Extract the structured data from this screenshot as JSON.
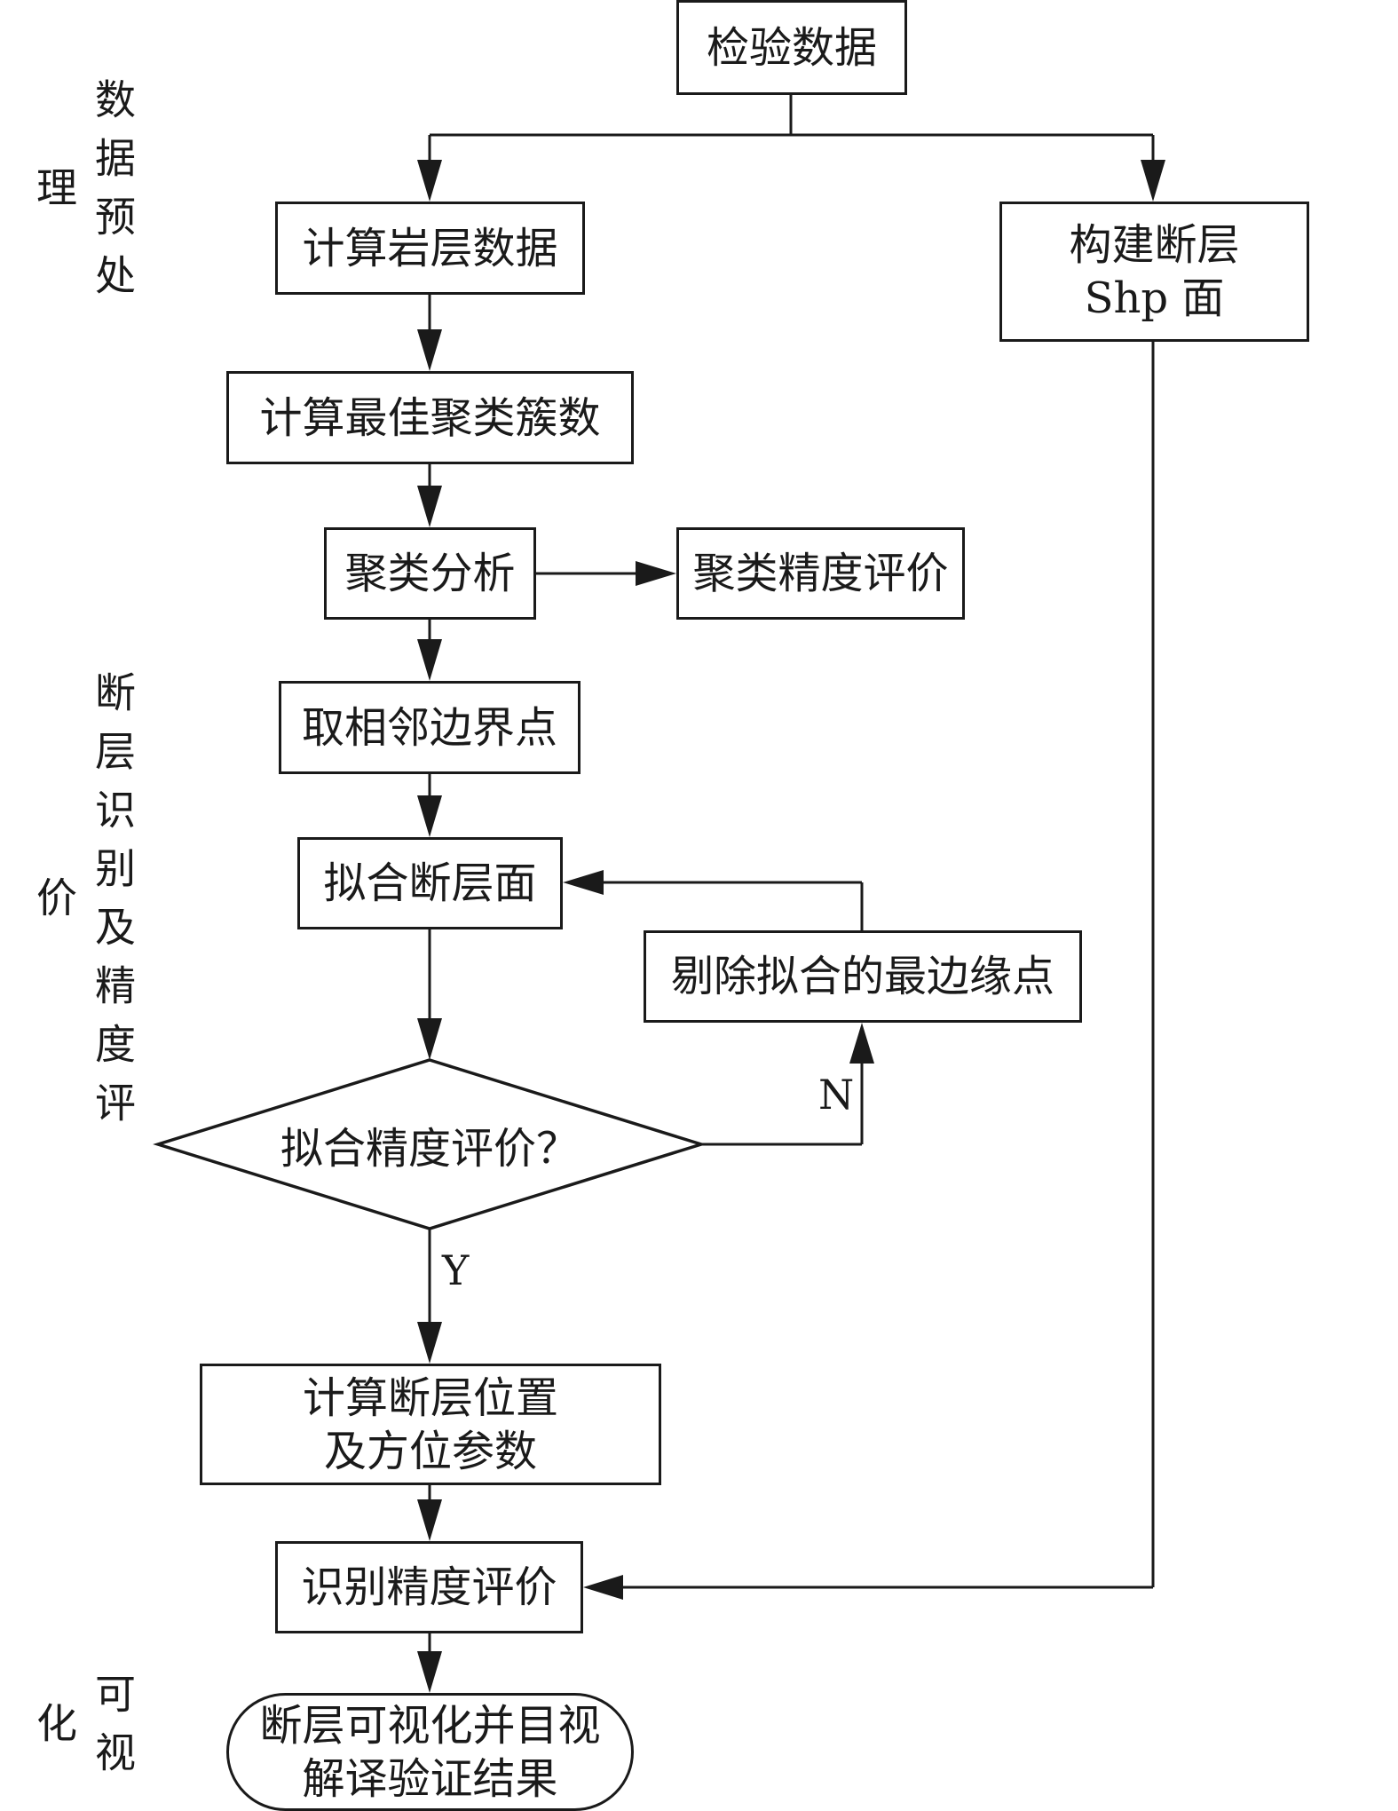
{
  "stages": {
    "preprocess": "数据预处理",
    "identify": "断层识别及精度评价",
    "visualize": "可视化"
  },
  "nodes": {
    "check_data": "检验数据",
    "calc_strata": "计算岩层数据",
    "build_fault_shp": "构建断层\nShp 面",
    "calc_best_k": "计算最佳聚类簇数",
    "cluster_analysis": "聚类分析",
    "cluster_accuracy": "聚类精度评价",
    "adjacent_boundary": "取相邻边界点",
    "fit_fault_plane": "拟合断层面",
    "remove_edge_points": "剔除拟合的最边缘点",
    "fit_accuracy_decision": "拟合精度评价？",
    "calc_fault_params": "计算断层位置\n及方位参数",
    "identify_accuracy": "识别精度评价",
    "visualize_result": "断层可视化并目视\n解译验证结果"
  },
  "edge_labels": {
    "no": "N",
    "yes": "Y"
  }
}
